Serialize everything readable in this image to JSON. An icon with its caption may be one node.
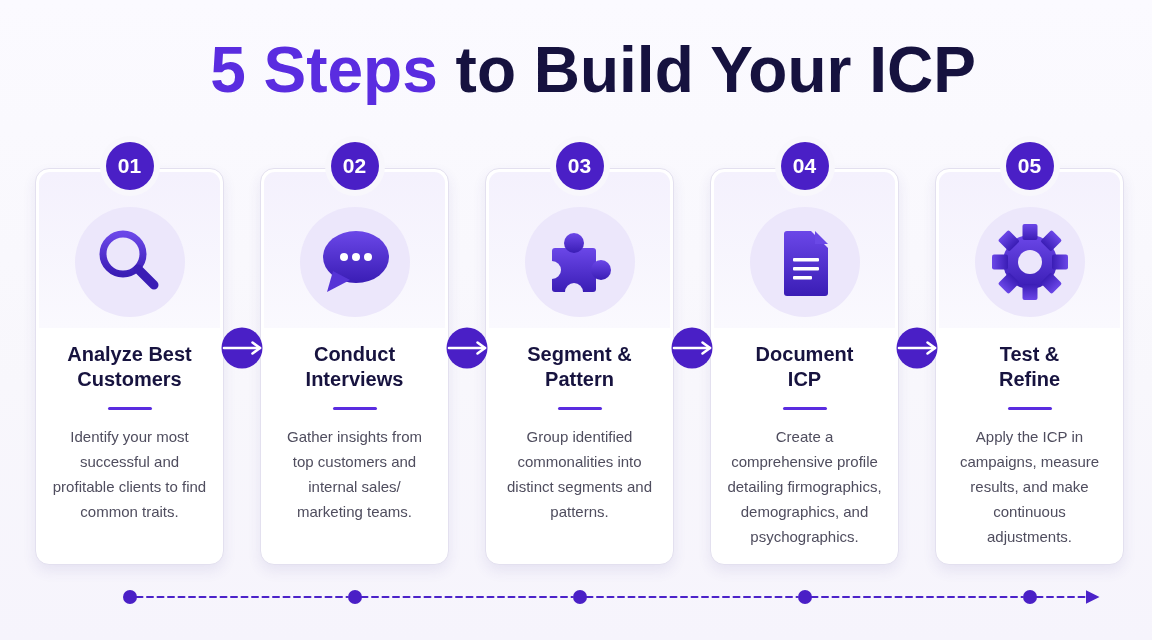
{
  "diagram": {
    "title": "**5 Steps** to Build Your ICP",
    "nodes": [
      {
        "text": [
          "01",
          "Analyze Best Customers",
          "Identify your most successful and profitable clients to find common traits."
        ]
      },
      {
        "text": [
          "02",
          "Conduct Interviews",
          "Gather insights from top customers and internal sales/ marketing teams."
        ]
      },
      {
        "text": [
          "03",
          "Segment & Pattern",
          "Group identified commonalities into distinct segments and patterns."
        ]
      },
      {
        "text": [
          "04",
          "Document ICP",
          "Create a comprehensive profile detailing firmographics, demographics, and psychographics."
        ]
      },
      {
        "text": [
          "05",
          "Test & Refine",
          "Apply the ICP in campaigns, measure results, and make continuous adjustments."
        ]
      },
      {
        "text": [],
        "shape": "circle"
      },
      {
        "text": [],
        "shape": "circle"
      },
      {
        "text": [],
        "shape": "circle"
      },
      {
        "text": [],
        "shape": "circle"
      },
      {
        "text": [],
        "shape": "circle"
      }
    ],
    "edges": [
      {
        "from": 0,
        "to": 1,
        "arrow": "to",
        "color": "#ffffff"
      },
      {
        "from": 1,
        "to": 2,
        "arrow": "to",
        "color": "#ffffff"
      },
      {
        "from": 2,
        "to": 3,
        "arrow": "to",
        "color": "#ffffff"
      },
      {
        "from": 3,
        "to": 4,
        "arrow": "to",
        "color": "#ffffff"
      },
      {
        "from": 5,
        "to": 6,
        "arrow": "none",
        "style": "dashed"
      },
      {
        "from": 6,
        "to": 7,
        "arrow": "none",
        "style": "dashed"
      },
      {
        "from": 7,
        "to": 8,
        "arrow": "none",
        "style": "dashed"
      },
      {
        "from": 8,
        "to": 9,
        "arrow": "none",
        "style": "dashed"
      },
      {
        "from": 9,
        "to": null,
        "arrow": "to",
        "style": "dashed"
      }
    ]
  }
}
